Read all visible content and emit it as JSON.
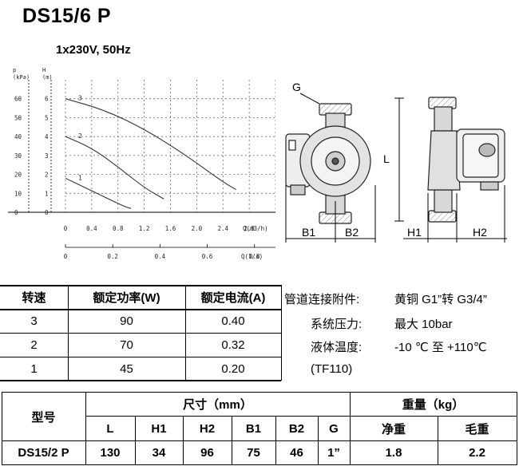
{
  "header": {
    "title": "DS15/6 P",
    "subtitle": "1x230V, 50Hz"
  },
  "chart_data": {
    "type": "line",
    "y1_label": "p\n(kPa)",
    "y2_label": "H\n(m)",
    "y1_ticks": [
      "0",
      "10",
      "20",
      "30",
      "40",
      "50",
      "60"
    ],
    "y2_ticks": [
      "0",
      "1",
      "2",
      "3",
      "4",
      "5",
      "6"
    ],
    "x1_ticks": [
      "0",
      "0.4",
      "0.8",
      "1.2",
      "1.6",
      "2.0",
      "2.4",
      "2.8"
    ],
    "x2_ticks": [
      "0",
      "0.2",
      "0.4",
      "0.6",
      "0.8"
    ],
    "x1_label": "Q(m3/h)",
    "x2_label": "Q(1/s)",
    "xlim": [
      0,
      3.2
    ],
    "ylim": [
      0,
      7
    ],
    "series": [
      {
        "name": "3",
        "x": [
          0,
          0.6,
          1.2,
          1.8,
          2.4,
          2.6
        ],
        "y": [
          6.0,
          5.4,
          4.4,
          3.1,
          1.6,
          1.2
        ]
      },
      {
        "name": "2",
        "x": [
          0,
          0.4,
          0.8,
          1.2,
          1.5
        ],
        "y": [
          4.0,
          3.4,
          2.4,
          1.3,
          0.7
        ]
      },
      {
        "name": "1",
        "x": [
          0,
          0.3,
          0.6,
          0.9,
          1.0
        ],
        "y": [
          1.8,
          1.3,
          0.8,
          0.3,
          0.2
        ]
      }
    ]
  },
  "drawing": {
    "label_g": "G",
    "label_l": "L",
    "label_b1": "B1",
    "label_b2": "B2",
    "label_h1": "H1",
    "label_h2": "H2"
  },
  "speed_table": {
    "headers": [
      "转速",
      "额定功率(W)",
      "额定电流(A)"
    ],
    "rows": [
      [
        "3",
        "90",
        "0.40"
      ],
      [
        "2",
        "70",
        "0.32"
      ],
      [
        "1",
        "45",
        "0.20"
      ]
    ]
  },
  "specs": {
    "fitting_label": "管道连接附件:",
    "fitting_value": "黄铜 G1”转 G3/4”",
    "pressure_label": "系统压力:",
    "pressure_value": "最大 10bar",
    "temp_label": "液体温度:",
    "temp_value": "-10  ℃ 至 +110℃",
    "temp_note": "(TF110)"
  },
  "dimension_table": {
    "model_header": "型号",
    "size_header": "尺寸（mm）",
    "weight_header": "重量（kg）",
    "sub_headers": [
      "L",
      "H1",
      "H2",
      "B1",
      "B2",
      "G",
      "净重",
      "毛重"
    ],
    "row": [
      "DS15/2 P",
      "130",
      "34",
      "96",
      "75",
      "46",
      "1”",
      "1.8",
      "2.2"
    ]
  }
}
